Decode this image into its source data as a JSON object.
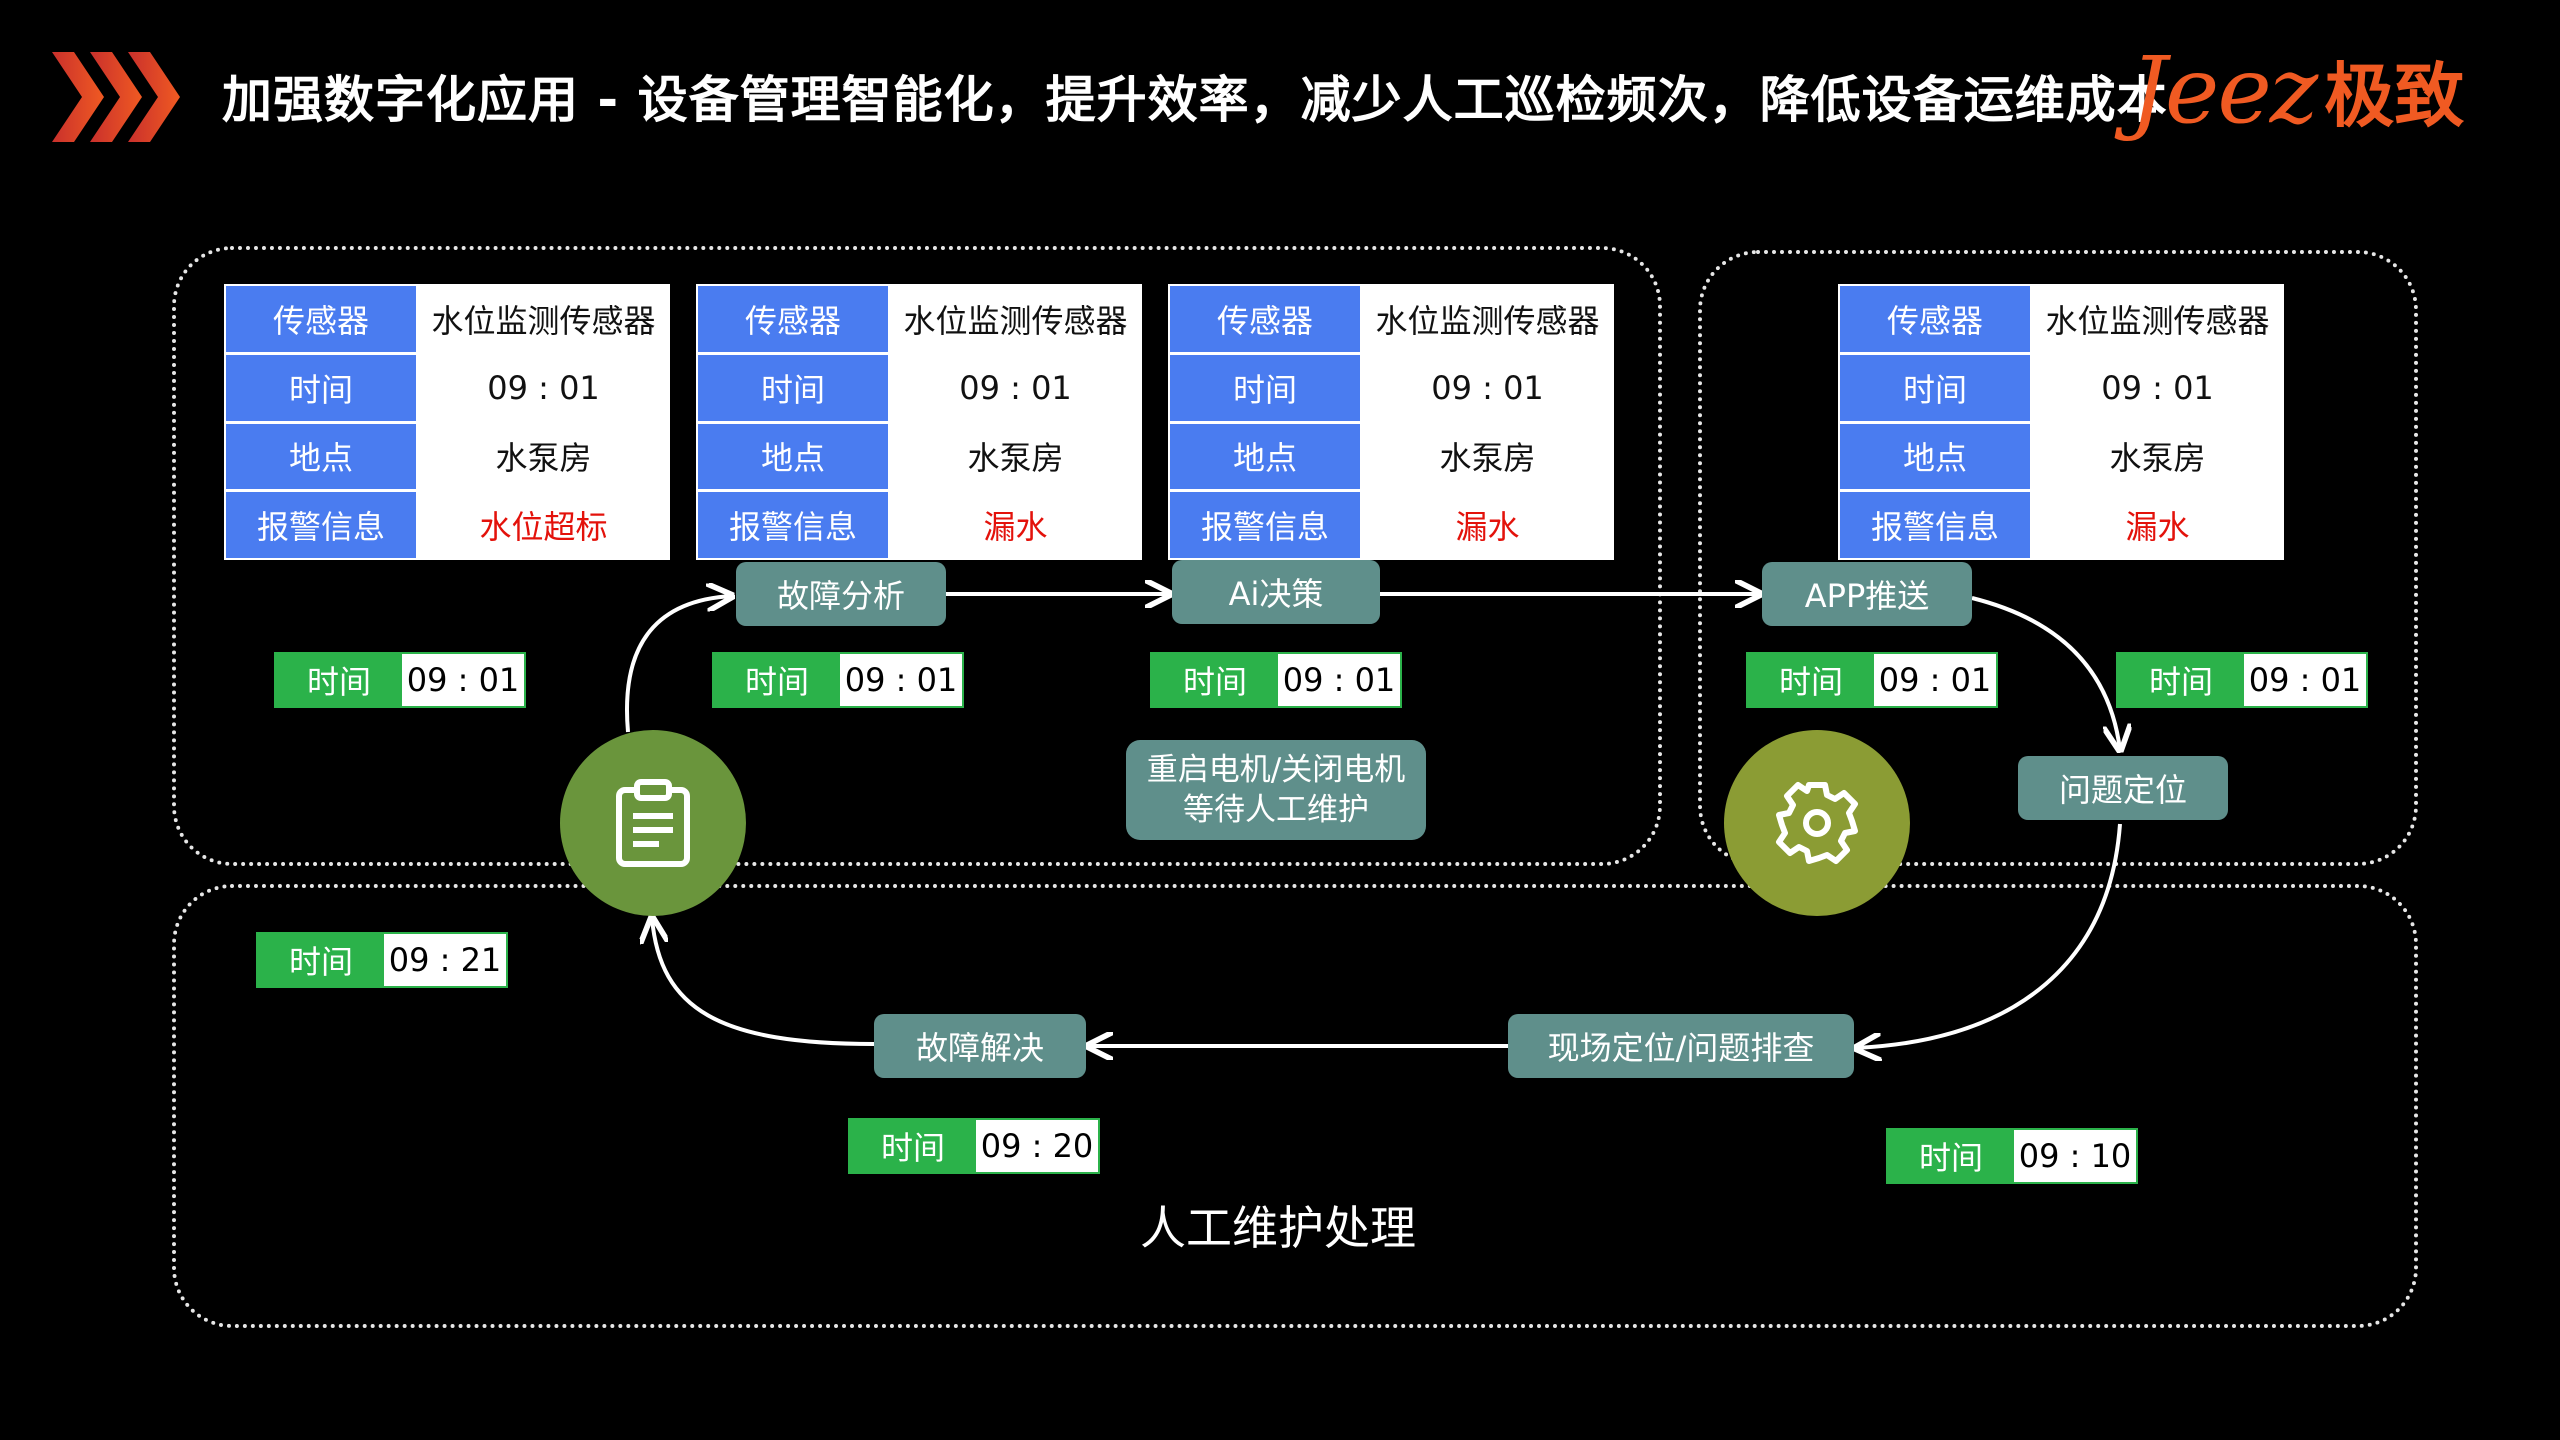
{
  "header": {
    "title": "加强数字化应用 - 设备管理智能化，提升效率，减少人工巡检频次，降低设备运维成本",
    "brand_latin": "Jeez",
    "brand_cjk": "极致"
  },
  "sensor_tables": [
    {
      "rows": [
        {
          "key": "传感器",
          "value": "水位监测传感器"
        },
        {
          "key": "时间",
          "value": "09 : 01"
        },
        {
          "key": "地点",
          "value": "水泵房"
        },
        {
          "key": "报警信息",
          "value": "水位超标"
        }
      ]
    },
    {
      "rows": [
        {
          "key": "传感器",
          "value": "水位监测传感器"
        },
        {
          "key": "时间",
          "value": "09 : 01"
        },
        {
          "key": "地点",
          "value": "水泵房"
        },
        {
          "key": "报警信息",
          "value": "漏水"
        }
      ]
    },
    {
      "rows": [
        {
          "key": "传感器",
          "value": "水位监测传感器"
        },
        {
          "key": "时间",
          "value": "09 : 01"
        },
        {
          "key": "地点",
          "value": "水泵房"
        },
        {
          "key": "报警信息",
          "value": "漏水"
        }
      ]
    },
    {
      "rows": [
        {
          "key": "传感器",
          "value": "水位监测传感器"
        },
        {
          "key": "时间",
          "value": "09 : 01"
        },
        {
          "key": "地点",
          "value": "水泵房"
        },
        {
          "key": "报警信息",
          "value": "漏水"
        }
      ]
    }
  ],
  "process_steps": {
    "fault_analysis": "故障分析",
    "ai_decision": "Ai决策",
    "app_push": "APP推送",
    "locate_issue": "问题定位",
    "onsite_check": "现场定位/问题排查",
    "fault_resolved": "故障解决"
  },
  "ai_note": {
    "line1": "重启电机/关闭电机",
    "line2": "等待人工维护"
  },
  "time_badges": [
    {
      "label": "时间",
      "value": "09 : 01"
    },
    {
      "label": "时间",
      "value": "09 : 01"
    },
    {
      "label": "时间",
      "value": "09 : 01"
    },
    {
      "label": "时间",
      "value": "09 : 01"
    },
    {
      "label": "时间",
      "value": "09 : 01"
    },
    {
      "label": "时间",
      "value": "09 : 21"
    },
    {
      "label": "时间",
      "value": "09 : 20"
    },
    {
      "label": "时间",
      "value": "09 : 10"
    }
  ],
  "region_caption": "人工维护处理",
  "icons": {
    "header": "triple-chevron-icon",
    "clipboard": "clipboard-icon",
    "gear": "gear-icon"
  },
  "colors": {
    "brand_orange": "#f05a22",
    "table_key_blue": "#4a7cf0",
    "alarm_red": "#e3120b",
    "time_green": "#2bb24a",
    "pill_teal": "#5f8f8b",
    "clipboard_green": "#6a953c",
    "gear_olive": "#8b9c34"
  }
}
